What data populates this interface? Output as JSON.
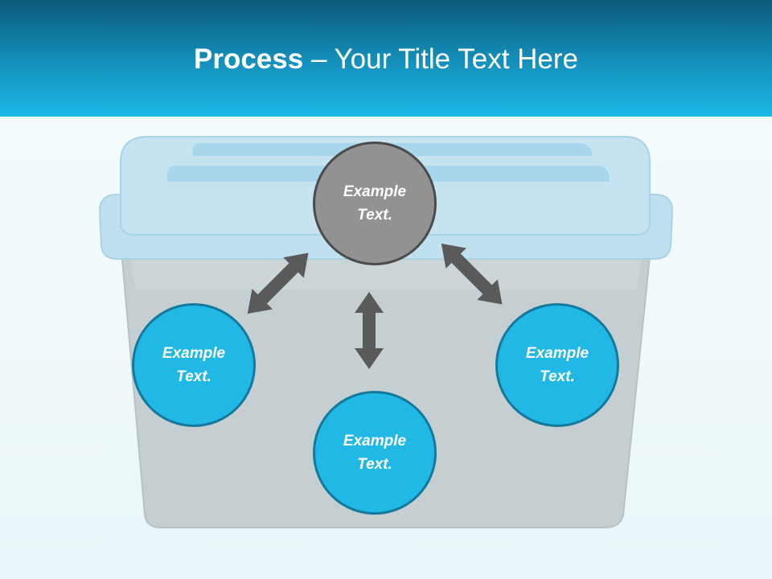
{
  "slide": {
    "title_bold": "Process",
    "title_rest": " – Your Title Text Here"
  },
  "nodes": {
    "top": "Example Text.",
    "left": "Example Text.",
    "bottom": "Example Text.",
    "right": "Example Text."
  },
  "colors": {
    "header_dark": "#0b5a7a",
    "header_light": "#1cb7e6",
    "circle_blue": "#22b8e6",
    "circle_blue_border": "#13799d",
    "circle_gray": "#929292",
    "arrow": "#5a5a5a"
  }
}
